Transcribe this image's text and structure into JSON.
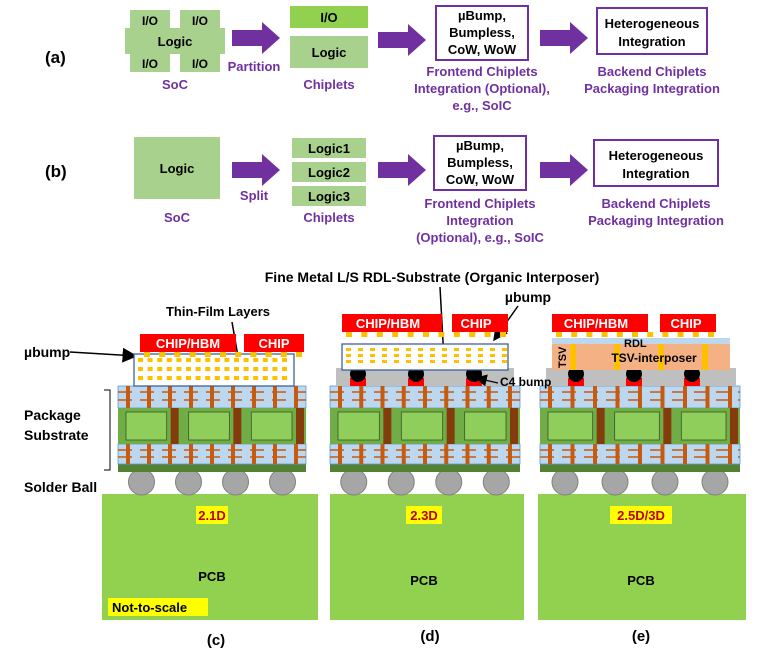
{
  "row_a": {
    "label": "(a)",
    "soc_io": [
      "I/O",
      "I/O",
      "I/O",
      "I/O"
    ],
    "soc_logic": "Logic",
    "soc_caption": "SoC",
    "arrow1": "Partition",
    "chiplet_io": "I/O",
    "chiplet_logic": "Logic",
    "chiplets_caption": "Chiplets",
    "frontend_box": [
      "µBump,",
      "Bumpless,",
      "CoW, WoW"
    ],
    "frontend_caption": [
      "Frontend Chiplets",
      "Integration (Optional),",
      "e.g., SoIC"
    ],
    "backend_box": [
      "Heterogeneous",
      "Integration"
    ],
    "backend_caption": [
      "Backend Chiplets",
      "Packaging Integration"
    ]
  },
  "row_b": {
    "label": "(b)",
    "soc_logic": "Logic",
    "soc_caption": "SoC",
    "arrow1": "Split",
    "chiplets": [
      "Logic1",
      "Logic2",
      "Logic3"
    ],
    "chiplets_caption": "Chiplets",
    "frontend_box": [
      "µBump,",
      "Bumpless,",
      "CoW, WoW"
    ],
    "frontend_caption": [
      "Frontend Chiplets",
      "Integration",
      "(Optional), e.g., SoIC"
    ],
    "backend_box": [
      "Heterogeneous",
      "Integration"
    ],
    "backend_caption": [
      "Backend Chiplets",
      "Packaging Integration"
    ]
  },
  "lower": {
    "title": "Fine Metal L/S RDL-Substrate (Organic Interposer)",
    "thin_film": "Thin-Film Layers",
    "ubump_top": "µbump",
    "ubump_left": "µbump",
    "package_substrate": [
      "Package",
      "Substrate"
    ],
    "solder_ball": "Solder Ball",
    "chip_hbm": "CHIP/HBM",
    "chip": "CHIP",
    "c4_bump": "C4 bump",
    "tsv": "TSV",
    "rdl": "RDL",
    "tsv_interposer": "TSV-interposer",
    "pcb": "PCB",
    "not_to_scale": "Not-to-scale",
    "panels": [
      {
        "tag": "2.1D",
        "caption": "(c)"
      },
      {
        "tag": "2.3D",
        "caption": "(d)"
      },
      {
        "tag": "2.5D/3D",
        "caption": "(e)"
      }
    ]
  },
  "colors": {
    "purple": "#7030a0",
    "green_light": "#a9d18e",
    "green_bright": "#92d050",
    "chip_red": "#ff0000",
    "ubump_yellow": "#ffc000",
    "tag_yellow": "#ffff00",
    "substrate_blue": "#bdd7ee",
    "core_green": "#70ad47",
    "via_brown": "#c55a11",
    "interposer_salmon": "#f4b183"
  }
}
